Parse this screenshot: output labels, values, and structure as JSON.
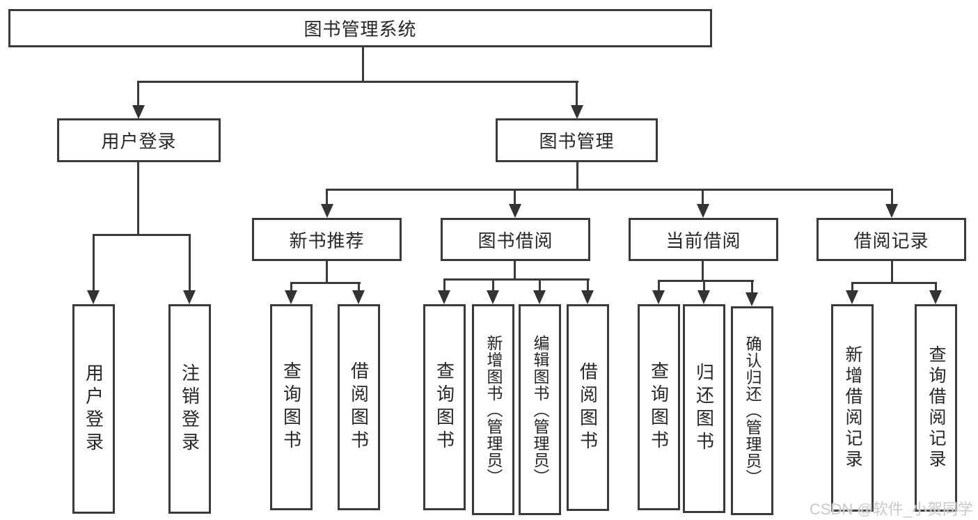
{
  "tree": {
    "root": {
      "label": "图书管理系统"
    },
    "branches": [
      {
        "label": "用户登录",
        "children": [
          {
            "label": "用户登录"
          },
          {
            "label": "注销登录"
          }
        ]
      },
      {
        "label": "图书管理",
        "children": [
          {
            "label": "新书推荐",
            "children": [
              {
                "label": "查询图书"
              },
              {
                "label": "借阅图书"
              }
            ]
          },
          {
            "label": "图书借阅",
            "children": [
              {
                "label": "查询图书"
              },
              {
                "label": "新增图书（管理员）"
              },
              {
                "label": "编辑图书（管理员）"
              },
              {
                "label": "借阅图书"
              }
            ]
          },
          {
            "label": "当前借阅",
            "children": [
              {
                "label": "查询图书"
              },
              {
                "label": "归还图书"
              },
              {
                "label": "确认归还（管理员）"
              }
            ]
          },
          {
            "label": "借阅记录",
            "children": [
              {
                "label": "新增借阅记录"
              },
              {
                "label": "查询借阅记录"
              }
            ]
          }
        ]
      }
    ]
  },
  "watermark": {
    "text": "CSDN @软件_小贺同学"
  },
  "colors": {
    "line": "#3a3a3a",
    "text": "#262626",
    "background": "#ffffff",
    "watermark": "#c9c9c9"
  }
}
